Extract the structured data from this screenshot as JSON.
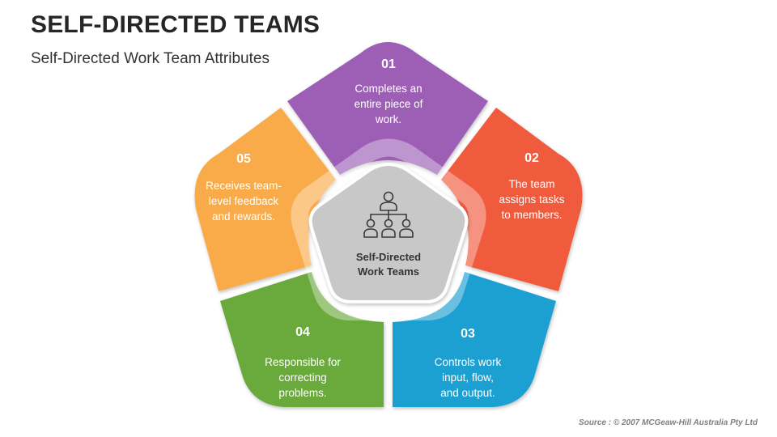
{
  "header": {
    "title": "SELF-DIRECTED TEAMS",
    "subtitle": "Self-Directed Work Team Attributes"
  },
  "center": {
    "icon": "org-chart-icon",
    "label_line1": "Self-Directed",
    "label_line2": "Work Teams",
    "color": "#c8c8c8"
  },
  "segments": [
    {
      "number": "01",
      "lines": [
        "Completes an",
        "entire piece of",
        "work."
      ],
      "color": "#9c5fb5"
    },
    {
      "number": "02",
      "lines": [
        "The team",
        "assigns tasks",
        "to members."
      ],
      "color": "#f05a3c"
    },
    {
      "number": "03",
      "lines": [
        "Controls work",
        "input, flow,",
        "and output."
      ],
      "color": "#1a9fd1"
    },
    {
      "number": "04",
      "lines": [
        "Responsible for",
        "correcting",
        "problems."
      ],
      "color": "#6aaa3c"
    },
    {
      "number": "05",
      "lines": [
        "Receives team-",
        "level feedback",
        "and rewards."
      ],
      "color": "#f9ab48"
    }
  ],
  "footer": {
    "source": "Source : © 2007 MCGeaw-Hill Australia Pty Ltd"
  }
}
